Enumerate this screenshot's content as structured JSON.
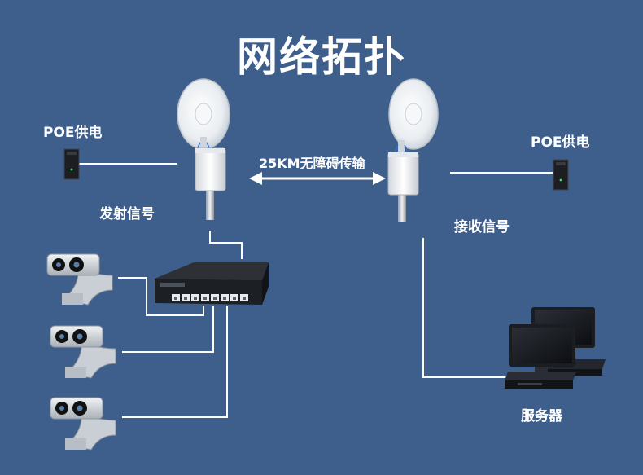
{
  "title": "网络拓扑",
  "labels": {
    "poe_left": "POE供电",
    "poe_right": "POE供电",
    "link": "25KM无障碍传输",
    "transmit": "发射信号",
    "receive": "接收信号",
    "server": "服务器"
  },
  "colors": {
    "background": "#3e5f8c",
    "line": "#ffffff",
    "text": "#ffffff"
  },
  "icons": {
    "bridge": "dish-antenna-icon",
    "injector": "poe-injector-icon",
    "switch": "network-switch-icon",
    "camera": "ptz-camera-icon",
    "server": "server-monitor-icon"
  }
}
